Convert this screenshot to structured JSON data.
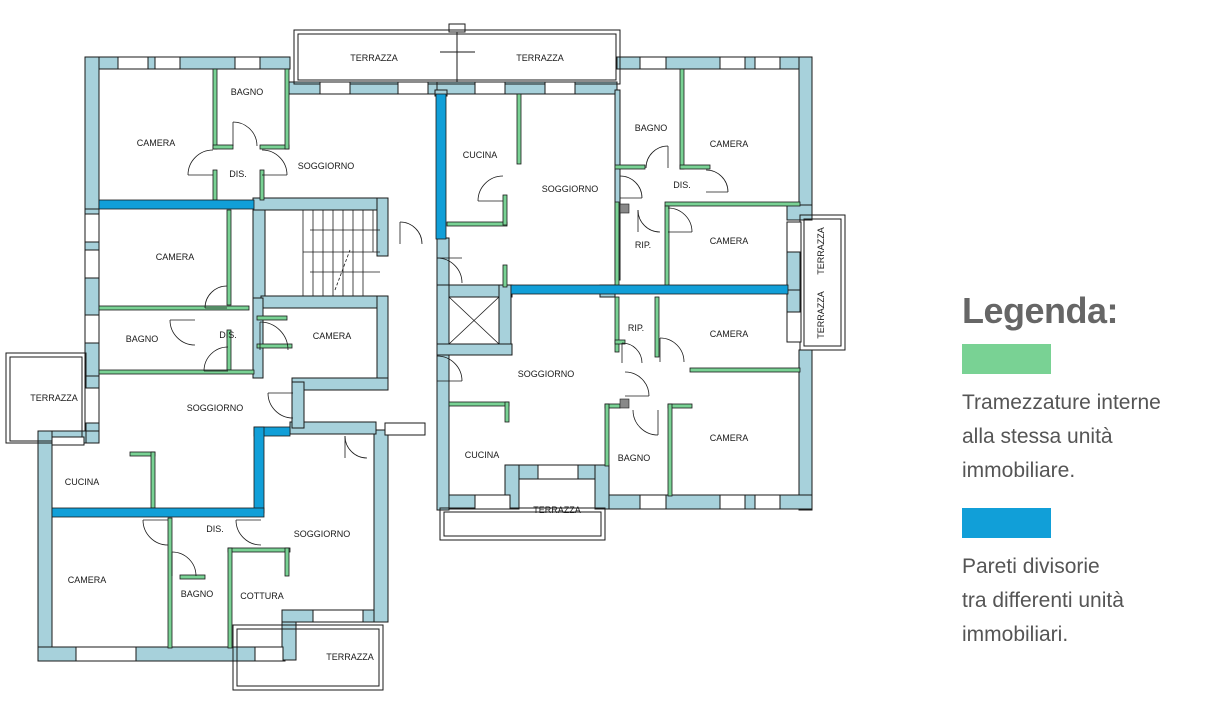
{
  "colors": {
    "outer_wall": "#a7d1db",
    "wall_stroke": "#1a1a1a",
    "internal_partition": "#79d294",
    "unit_partition": "#119fd8"
  },
  "rooms": [
    {
      "id": "terrazza-top-left",
      "label": "TERRAZZA"
    },
    {
      "id": "terrazza-top-right",
      "label": "TERRAZZA"
    },
    {
      "id": "bagno-nw",
      "label": "BAGNO"
    },
    {
      "id": "camera-nw",
      "label": "CAMERA"
    },
    {
      "id": "dis-nw",
      "label": "DIS."
    },
    {
      "id": "soggiorno-nw",
      "label": "SOGGIORNO"
    },
    {
      "id": "camera-w",
      "label": "CAMERA"
    },
    {
      "id": "bagno-w",
      "label": "BAGNO"
    },
    {
      "id": "dis-w",
      "label": "DIS."
    },
    {
      "id": "camera-center",
      "label": "CAMERA"
    },
    {
      "id": "terrazza-w",
      "label": "TERRAZZA"
    },
    {
      "id": "soggiorno-w",
      "label": "SOGGIORNO"
    },
    {
      "id": "cucina-sw",
      "label": "CUCINA"
    },
    {
      "id": "dis-sw",
      "label": "DIS."
    },
    {
      "id": "soggiorno-sw",
      "label": "SOGGIORNO"
    },
    {
      "id": "camera-sw",
      "label": "CAMERA"
    },
    {
      "id": "bagno-sw",
      "label": "BAGNO"
    },
    {
      "id": "cottura",
      "label": "COTTURA"
    },
    {
      "id": "terrazza-s",
      "label": "TERRAZZA"
    },
    {
      "id": "cucina-ne",
      "label": "CUCINA"
    },
    {
      "id": "soggiorno-ne",
      "label": "SOGGIORNO"
    },
    {
      "id": "bagno-ne",
      "label": "BAGNO"
    },
    {
      "id": "camera-ne",
      "label": "CAMERA"
    },
    {
      "id": "dis-ne",
      "label": "DIS."
    },
    {
      "id": "rip-ne",
      "label": "RIP."
    },
    {
      "id": "camera-e",
      "label": "CAMERA"
    },
    {
      "id": "terrazza-e1",
      "label": "TERRAZZA"
    },
    {
      "id": "terrazza-e2",
      "label": "TERRAZZA"
    },
    {
      "id": "rip-se",
      "label": "RIP."
    },
    {
      "id": "camera-se1",
      "label": "CAMERA"
    },
    {
      "id": "soggiorno-se",
      "label": "SOGGIORNO"
    },
    {
      "id": "camera-se2",
      "label": "CAMERA"
    },
    {
      "id": "cucina-se",
      "label": "CUCINA"
    },
    {
      "id": "bagno-se",
      "label": "BAGNO"
    },
    {
      "id": "terrazza-se",
      "label": "TERRAZZA"
    }
  ],
  "legend": {
    "title": "Legenda:",
    "internal": {
      "lines": [
        "Tramezzature interne",
        "alla stessa unità",
        "immobiliare."
      ]
    },
    "unit": {
      "lines": [
        "Pareti divisorie",
        "tra differenti unità",
        "immobiliari."
      ]
    }
  }
}
